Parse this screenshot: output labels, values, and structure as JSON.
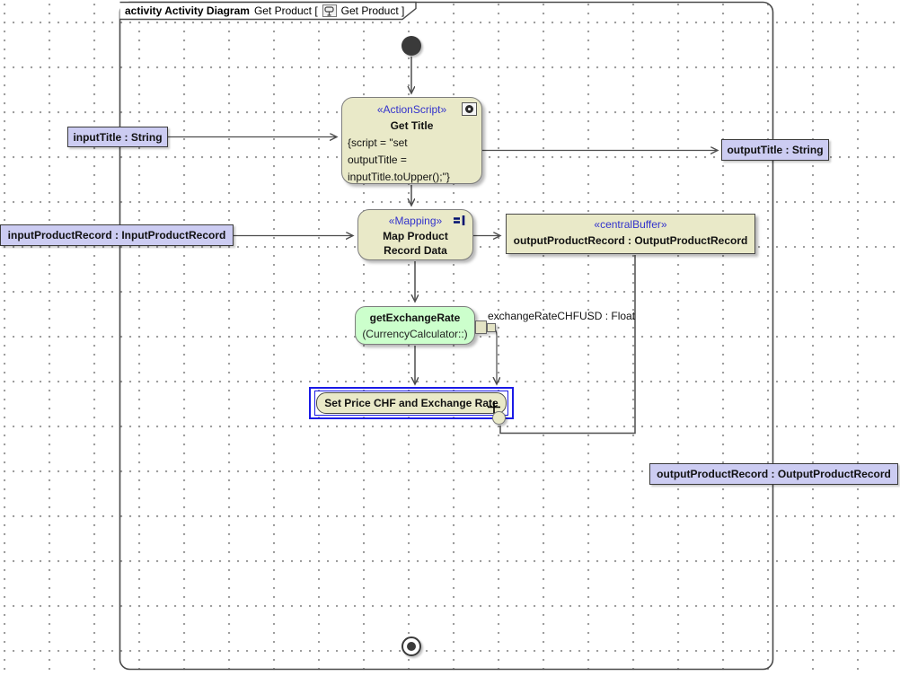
{
  "frame": {
    "keyword": "activity Activity Diagram",
    "diagram_name": "Get Product [",
    "content_name": "Get Product ]",
    "icon": "activity-diagram-icon"
  },
  "object_nodes": {
    "input_title": "inputTitle : String",
    "output_title": "outputTitle : String",
    "input_product_record": "inputProductRecord : InputProductRecord",
    "output_product_record": "outputProductRecord : OutputProductRecord"
  },
  "actions": {
    "get_title": {
      "stereotype": "«ActionScript»",
      "name": "Get Title",
      "script_line1": "{script = \"set",
      "script_line2": "outputTitle =",
      "script_line3": "inputTitle.toUpper();\"}",
      "icon": "script-gear-icon"
    },
    "map_product": {
      "stereotype": "«Mapping»",
      "name_line1": "Map Product",
      "name_line2": "Record Data",
      "icon": "mapping-icon"
    },
    "central_buffer": {
      "stereotype": "«centralBuffer»",
      "name": "outputProductRecord : OutputProductRecord"
    },
    "get_exchange_rate": {
      "name": "getExchangeRate",
      "qualifier": "(CurrencyCalculator::)",
      "pin_label": "exchangeRateCHFUSD : Float"
    },
    "set_price": {
      "name": "Set Price CHF and Exchange Rate",
      "selected": true
    }
  },
  "colors": {
    "stereotype_text": "#3232cc",
    "action_fill": "#e9e9c8",
    "object_fill": "#ccccf2",
    "callbehavior_fill": "#ccffcc",
    "selection": "#1a1ae6",
    "edge": "#4d4d4d"
  }
}
